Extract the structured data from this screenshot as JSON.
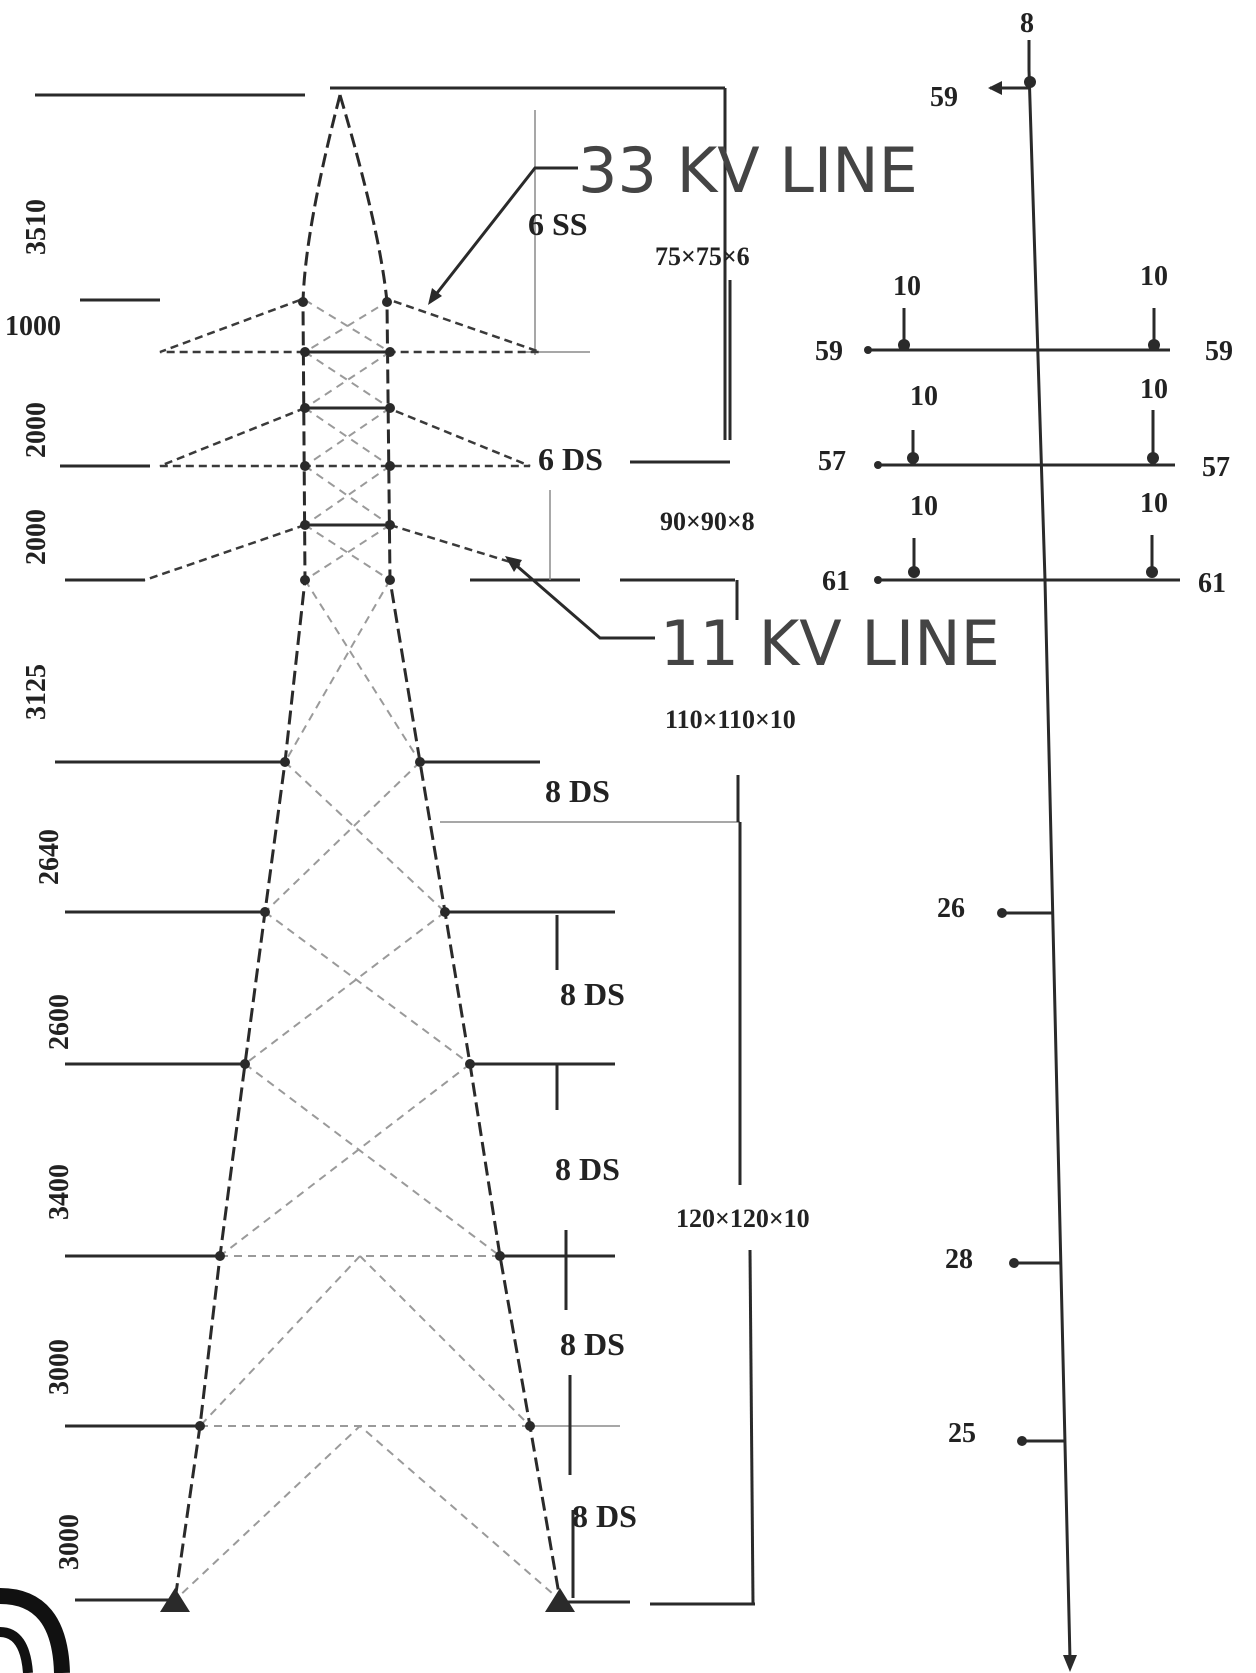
{
  "callouts": {
    "line_33kv": "33 KV LINE",
    "line_11kv": "11 KV LINE"
  },
  "panel_heights": [
    "3510",
    "1000",
    "2000",
    "2000",
    "3125",
    "2640",
    "2600",
    "3400",
    "3000",
    "3000"
  ],
  "member_labels": {
    "peak": "6 SS",
    "arms_lower": "6 DS",
    "body_1": "8 DS",
    "body_2": "8 DS",
    "body_3": "8 DS",
    "body_4": "8 DS",
    "body_5": "8 DS"
  },
  "leg_sections": {
    "top": "75×75×6",
    "upper": "90×90×8",
    "middle": "110×110×10",
    "lower": "120×120×10"
  },
  "load_diagram": {
    "top_node": "8",
    "top_load": "59",
    "tiers": [
      {
        "left": "59",
        "right": "59",
        "down_left": "10",
        "down_right": "10"
      },
      {
        "left": "57",
        "right": "57",
        "down_left": "10",
        "down_right": "10"
      },
      {
        "left": "61",
        "right": "61",
        "down_left": "10",
        "down_right": "10"
      }
    ],
    "body_loads": [
      "26",
      "28",
      "25"
    ]
  }
}
